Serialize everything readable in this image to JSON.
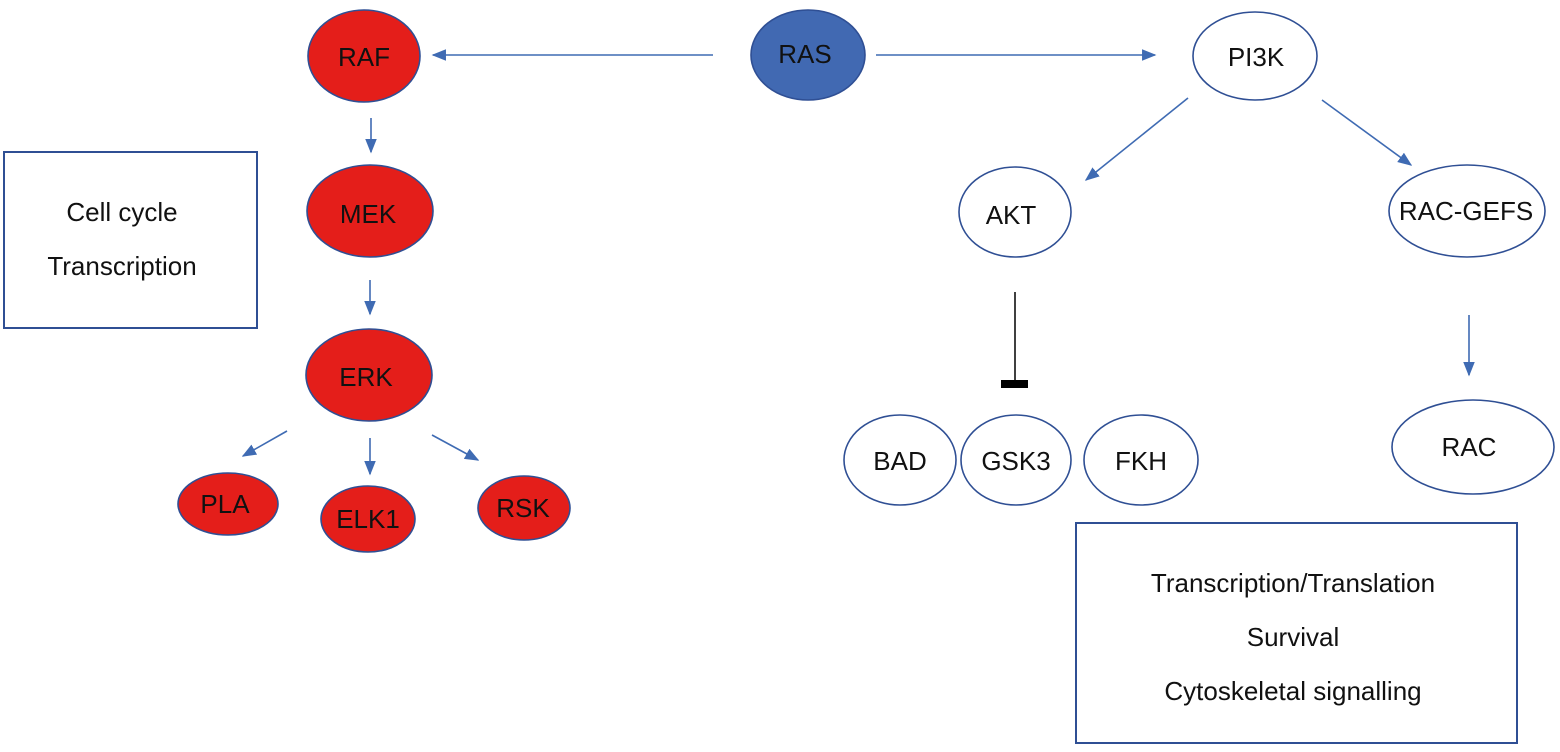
{
  "colors": {
    "mapk_node": "#E41E1A",
    "ras_node": "#4169B2",
    "pi3k_node": "#FFFFFF",
    "edge": "#3F6BB3",
    "outline": "#2F4F94",
    "inhibition": "#000000"
  },
  "nodes": {
    "ras": "RAS",
    "raf": "RAF",
    "mek": "MEK",
    "erk": "ERK",
    "pla": "PLA",
    "elk1": "ELK1",
    "rsk": "RSK",
    "pi3k": "PI3K",
    "akt": "AKT",
    "rac_gefs": "RAC-GEFS",
    "rac": "RAC",
    "bad": "BAD",
    "gsk3": "GSK3",
    "fkh": "FKH"
  },
  "boxes": {
    "mapk_outcomes": [
      "Cell cycle",
      "Transcription"
    ],
    "pi3k_outcomes": [
      "Transcription/Translation",
      "Survival",
      "Cytoskeletal signalling"
    ]
  },
  "edges": [
    {
      "from": "RAS",
      "to": "RAF",
      "type": "activation"
    },
    {
      "from": "RAS",
      "to": "PI3K",
      "type": "activation"
    },
    {
      "from": "RAF",
      "to": "MEK",
      "type": "activation"
    },
    {
      "from": "MEK",
      "to": "ERK",
      "type": "activation"
    },
    {
      "from": "ERK",
      "to": "PLA",
      "type": "activation"
    },
    {
      "from": "ERK",
      "to": "ELK1",
      "type": "activation"
    },
    {
      "from": "ERK",
      "to": "RSK",
      "type": "activation"
    },
    {
      "from": "PI3K",
      "to": "AKT",
      "type": "activation"
    },
    {
      "from": "PI3K",
      "to": "RAC-GEFS",
      "type": "activation"
    },
    {
      "from": "RAC-GEFS",
      "to": "RAC",
      "type": "activation"
    },
    {
      "from": "AKT",
      "to": "GSK3",
      "type": "inhibition"
    }
  ]
}
